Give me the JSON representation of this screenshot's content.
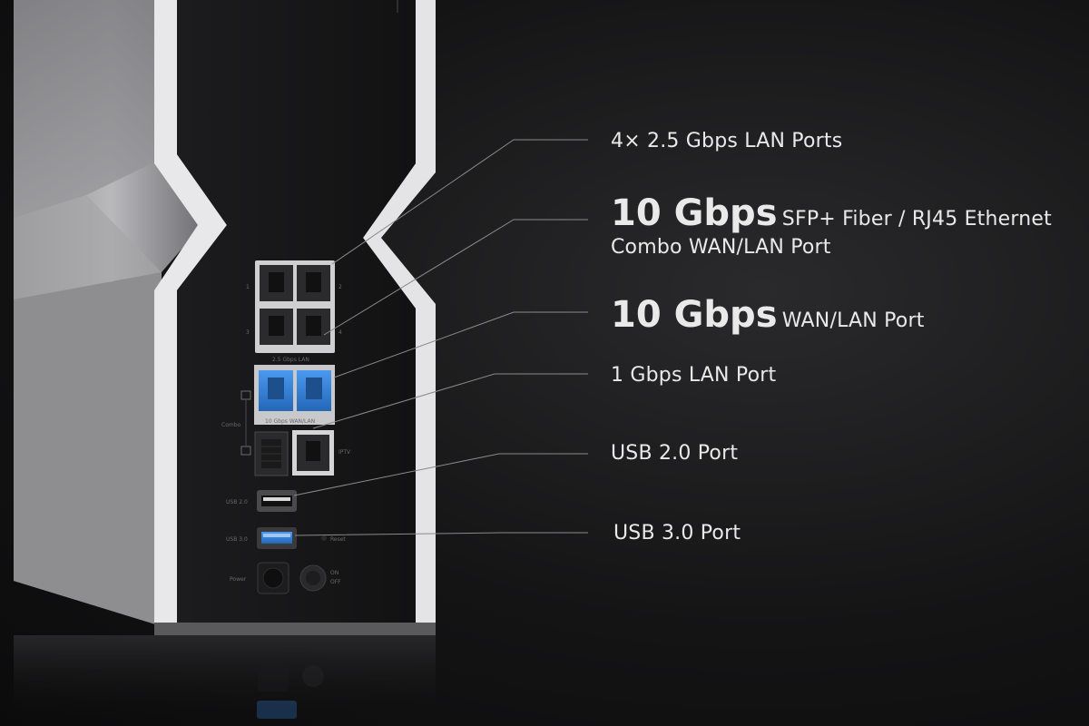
{
  "callouts": {
    "lan_25": "4× 2.5 Gbps LAN Ports",
    "sfp_big": "10 Gbps",
    "sfp_rest": "SFP+ Fiber / RJ45 Ethernet",
    "sfp_line2": "Combo WAN/LAN Port",
    "wan_big": "10 Gbps",
    "wan_rest": "WAN/LAN Port",
    "lan_1g": "1 Gbps LAN Port",
    "usb2": "USB 2.0 Port",
    "usb3": "USB 3.0 Port"
  },
  "device_labels": {
    "port_1": "1",
    "port_2": "2",
    "port_3": "3",
    "port_4": "4",
    "lan_group": "2.5 Gbps LAN",
    "wan_group": "10 Gbps WAN/LAN",
    "combo": "Combo",
    "iptv": "IPTV",
    "usb2": "USB 2.0",
    "usb3": "USB 3.0",
    "power": "Power",
    "reset": "Reset",
    "on": "ON",
    "off": "OFF"
  },
  "colors": {
    "accent_port": "#2f7fd6",
    "text": "#e9e9ea",
    "leader": "#8a8a8c"
  }
}
